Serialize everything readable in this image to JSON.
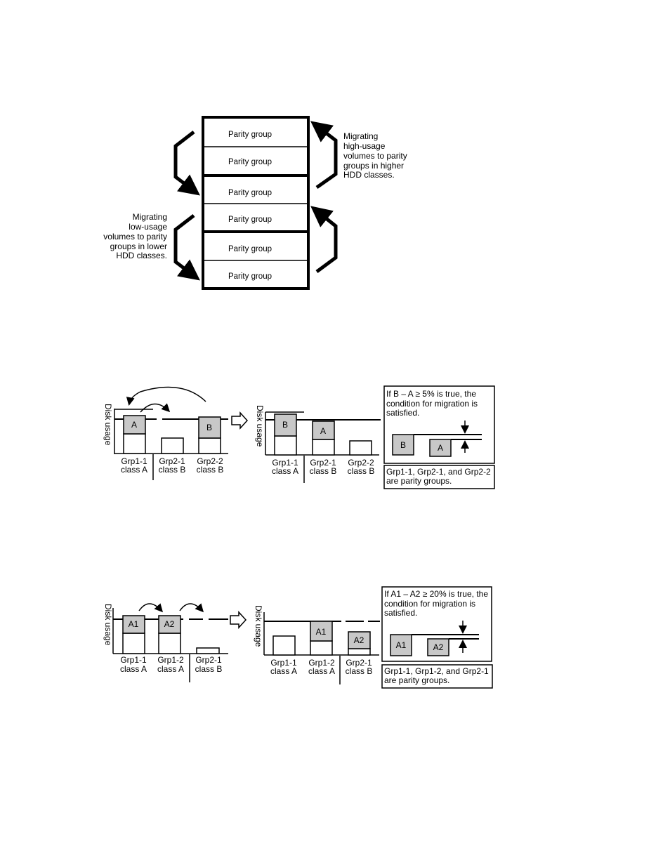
{
  "figure1": {
    "parity_groups": [
      "Parity group",
      "Parity group",
      "Parity group",
      "Parity group",
      "Parity group",
      "Parity group"
    ],
    "note_high": [
      "Migrating",
      "high-usage",
      "volumes to parity",
      "groups in higher",
      "HDD classes."
    ],
    "note_low": [
      "Migrating",
      "low-usage",
      "volumes to parity",
      "groups in lower",
      "HDD classes."
    ]
  },
  "figure2": {
    "ylabel": "Disk usage",
    "before": {
      "groups": [
        {
          "name": "Grp1-1",
          "cls": "class A"
        },
        {
          "name": "Grp2-1",
          "cls": "class B"
        },
        {
          "name": "Grp2-2",
          "cls": "class B"
        }
      ],
      "vol_left": "A",
      "vol_right": "B"
    },
    "after": {
      "groups": [
        {
          "name": "Grp1-1",
          "cls": "class A"
        },
        {
          "name": "Grp2-1",
          "cls": "class B"
        },
        {
          "name": "Grp2-2",
          "cls": "class B"
        }
      ],
      "vol_left": "B",
      "vol_mid": "A"
    },
    "condition": [
      "If B – A ≥ 5% is true, the",
      "condition for migration is",
      "satisfied."
    ],
    "cond_vol_1": "B",
    "cond_vol_2": "A",
    "note": [
      "Grp1-1, Grp2-1, and Grp2-2",
      "are parity groups."
    ]
  },
  "figure3": {
    "ylabel": "Disk usage",
    "before": {
      "groups": [
        {
          "name": "Grp1-1",
          "cls": "class A"
        },
        {
          "name": "Grp1-2",
          "cls": "class A"
        },
        {
          "name": "Grp2-1",
          "cls": "class B"
        }
      ],
      "vol_1": "A1",
      "vol_2": "A2"
    },
    "after": {
      "groups": [
        {
          "name": "Grp1-1",
          "cls": "class A"
        },
        {
          "name": "Grp1-2",
          "cls": "class A"
        },
        {
          "name": "Grp2-1",
          "cls": "class B"
        }
      ],
      "vol_1": "A1",
      "vol_2": "A2"
    },
    "condition": [
      "If A1 – A2 ≥ 20% is true, the",
      "condition for migration is",
      "satisfied."
    ],
    "cond_vol_1": "A1",
    "cond_vol_2": "A2",
    "note": [
      "Grp1-1, Grp1-2, and Grp2-1",
      "are parity groups."
    ]
  }
}
